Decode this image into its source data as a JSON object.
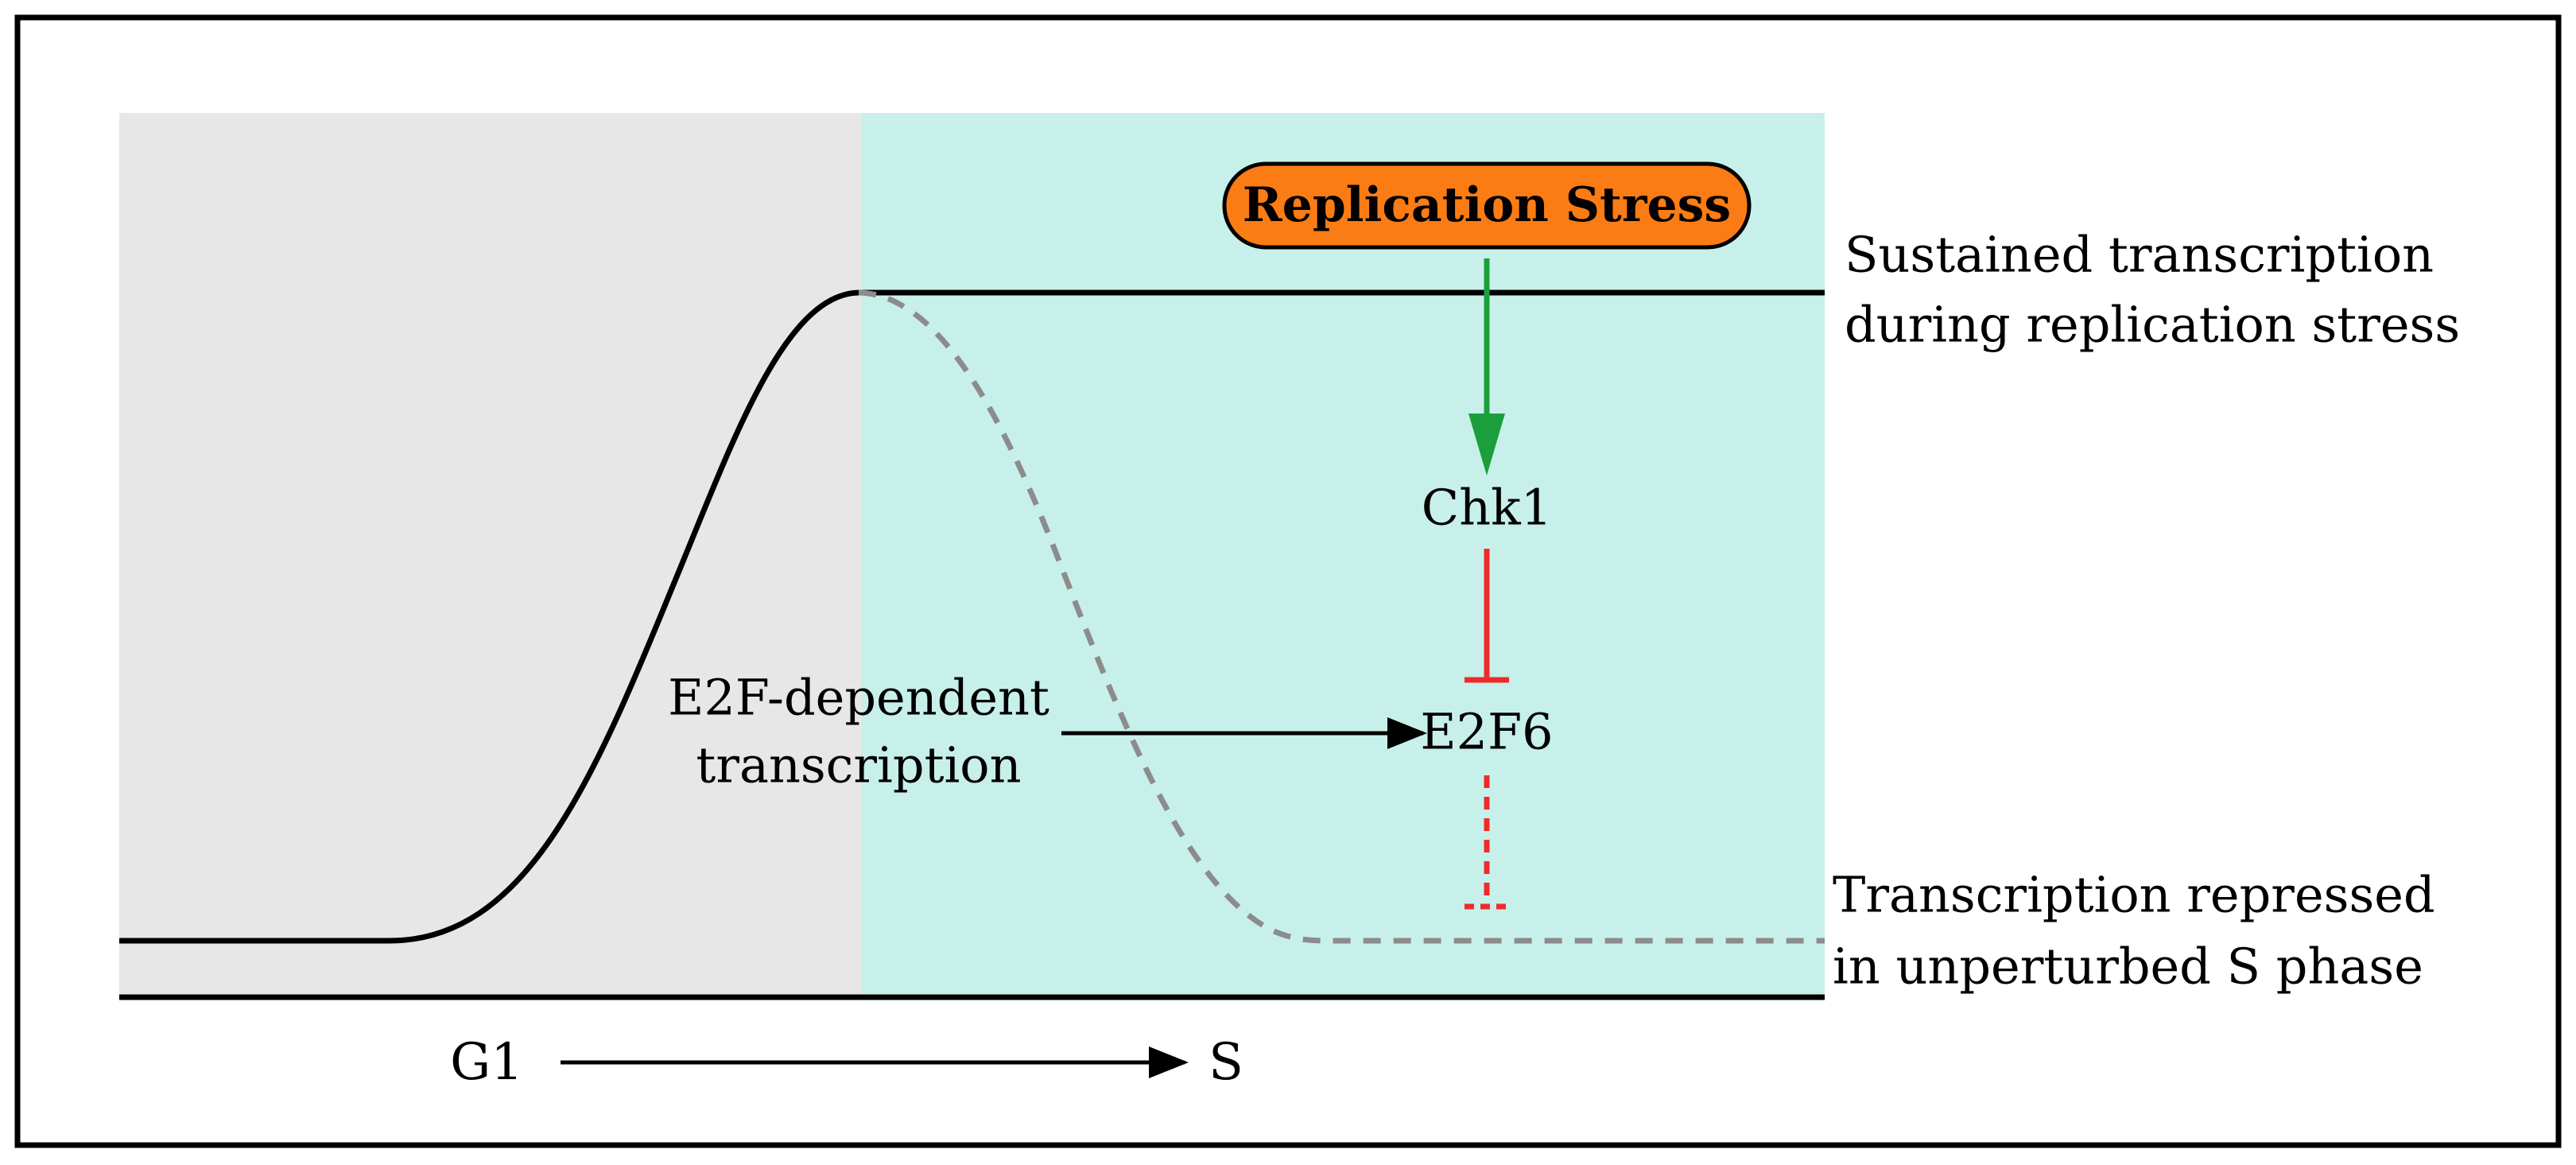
{
  "diagram": {
    "replication_stress": "Replication Stress",
    "chk1": "Chk1",
    "e2f6": "E2F6",
    "e2f_dependent_line1": "E2F-dependent",
    "e2f_dependent_line2": "transcription",
    "sustained_line1": "Sustained transcription",
    "sustained_line2": "during replication stress",
    "repressed_line1": "Transcription repressed",
    "repressed_line2": "in unperturbed S phase",
    "phase_g1": "G1",
    "phase_s": "S"
  },
  "colors": {
    "g1_background": "#e7e7e7",
    "s_phase_background": "#c8f0ea",
    "replication_stress_fill": "#fb7c14",
    "activation_arrow": "#1b9f3c",
    "inhibition": "#ee2b2b",
    "repressed_curve": "#8c8c8c",
    "outline": "#000000"
  }
}
